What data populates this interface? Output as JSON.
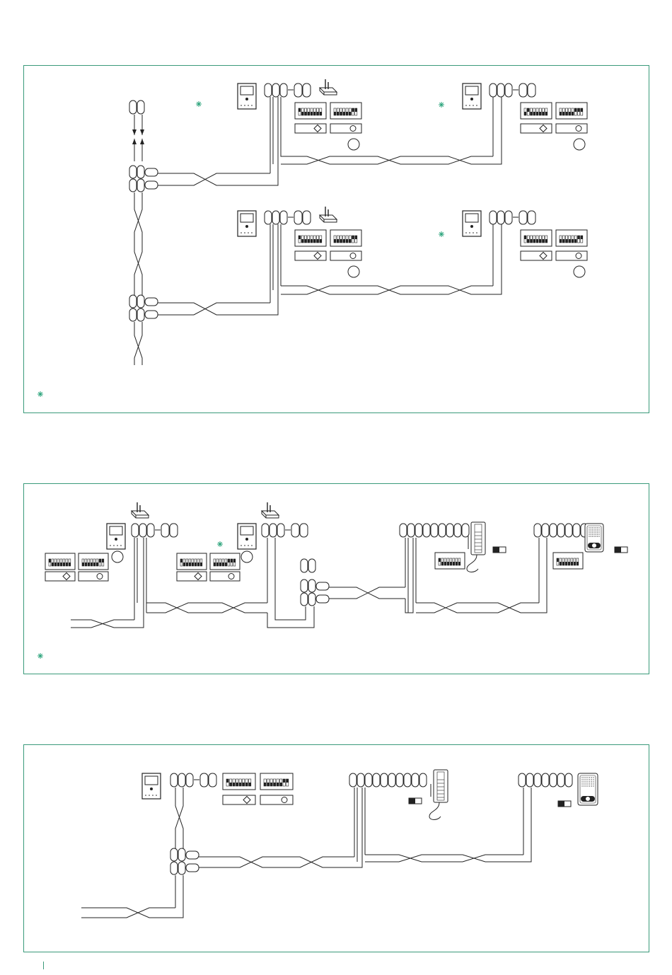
{
  "colors": {
    "frame": "#3a9a7a",
    "line": "#222222",
    "accent": "#2aa37a"
  },
  "panels": [
    {
      "name": "panel-top",
      "devices": [
        "monitor-icon",
        "terminal-block",
        "dip-switch",
        "call-button-icon",
        "key-switch-icon"
      ],
      "note_marker": "note-asterisk-icon"
    },
    {
      "name": "panel-middle",
      "devices": [
        "monitor-icon",
        "handset-icon",
        "external-panel-icon",
        "slide-switch-icon"
      ],
      "note_marker": "note-asterisk-icon"
    },
    {
      "name": "panel-bottom",
      "devices": [
        "monitor-icon",
        "handset-icon",
        "external-panel-icon",
        "slide-switch-icon"
      ]
    }
  ]
}
